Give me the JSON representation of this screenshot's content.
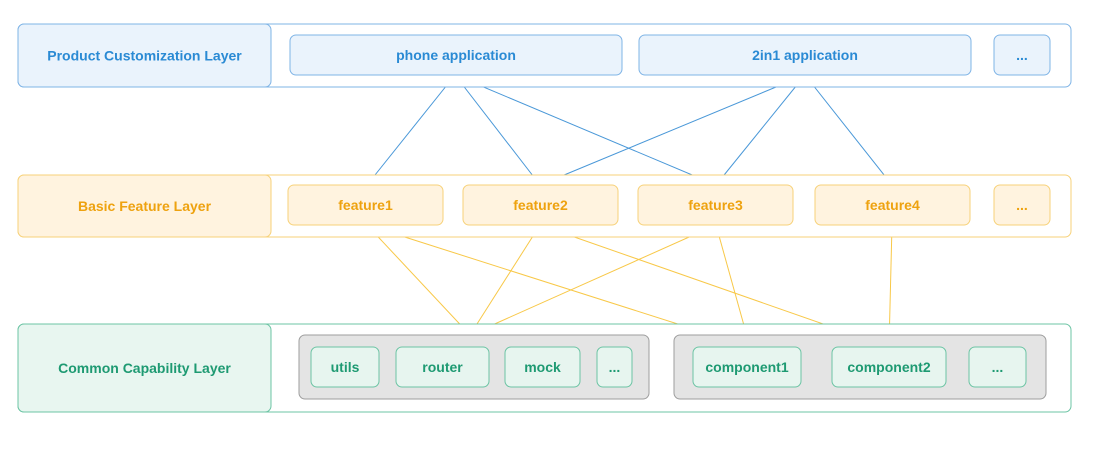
{
  "layers": {
    "product": {
      "title": "Product Customization Layer",
      "nodes": [
        {
          "id": "phone",
          "label": "phone application"
        },
        {
          "id": "twoin1",
          "label": "2in1 application"
        },
        {
          "id": "product_more",
          "label": "..."
        }
      ]
    },
    "feature": {
      "title": "Basic Feature Layer",
      "nodes": [
        {
          "id": "feature1",
          "label": "feature1"
        },
        {
          "id": "feature2",
          "label": "feature2"
        },
        {
          "id": "feature3",
          "label": "feature3"
        },
        {
          "id": "feature4",
          "label": "feature4"
        },
        {
          "id": "feature_more",
          "label": "..."
        }
      ]
    },
    "common": {
      "title": "Common Capability Layer",
      "groups": [
        {
          "id": "utility_group",
          "nodes": [
            {
              "id": "utils",
              "label": "utils"
            },
            {
              "id": "router",
              "label": "router"
            },
            {
              "id": "mock",
              "label": "mock"
            },
            {
              "id": "utility_more",
              "label": "..."
            }
          ]
        },
        {
          "id": "component_group",
          "nodes": [
            {
              "id": "component1",
              "label": "component1"
            },
            {
              "id": "component2",
              "label": "component2"
            },
            {
              "id": "component_more",
              "label": "..."
            }
          ]
        }
      ]
    }
  },
  "edges": [
    {
      "from": "phone",
      "to": "feature1"
    },
    {
      "from": "phone",
      "to": "feature2"
    },
    {
      "from": "phone",
      "to": "feature3"
    },
    {
      "from": "twoin1",
      "to": "feature2"
    },
    {
      "from": "twoin1",
      "to": "feature3"
    },
    {
      "from": "twoin1",
      "to": "feature4"
    },
    {
      "from": "feature1",
      "to": "utility_group"
    },
    {
      "from": "feature1",
      "to": "component1"
    },
    {
      "from": "feature2",
      "to": "utility_group"
    },
    {
      "from": "feature2",
      "to": "component2"
    },
    {
      "from": "feature3",
      "to": "utility_group"
    },
    {
      "from": "feature3",
      "to": "component1"
    },
    {
      "from": "feature4",
      "to": "component2"
    }
  ],
  "colors": {
    "product_text": "#2a8ad4",
    "product_stroke": "#7fb4e6",
    "product_fill": "#eaf3fc",
    "product_edge": "#4a98d8",
    "feature_text": "#eea20f",
    "feature_stroke": "#f7d27a",
    "feature_fill": "#fff3df",
    "feature_edge": "#f8c848",
    "common_text": "#1e9a72",
    "common_stroke": "#6cc4a4",
    "common_fill": "#e8f6f0",
    "group_fill": "#e4e4e4",
    "group_stroke": "#9e9e9e",
    "node_fill": "#e7f5ef"
  }
}
